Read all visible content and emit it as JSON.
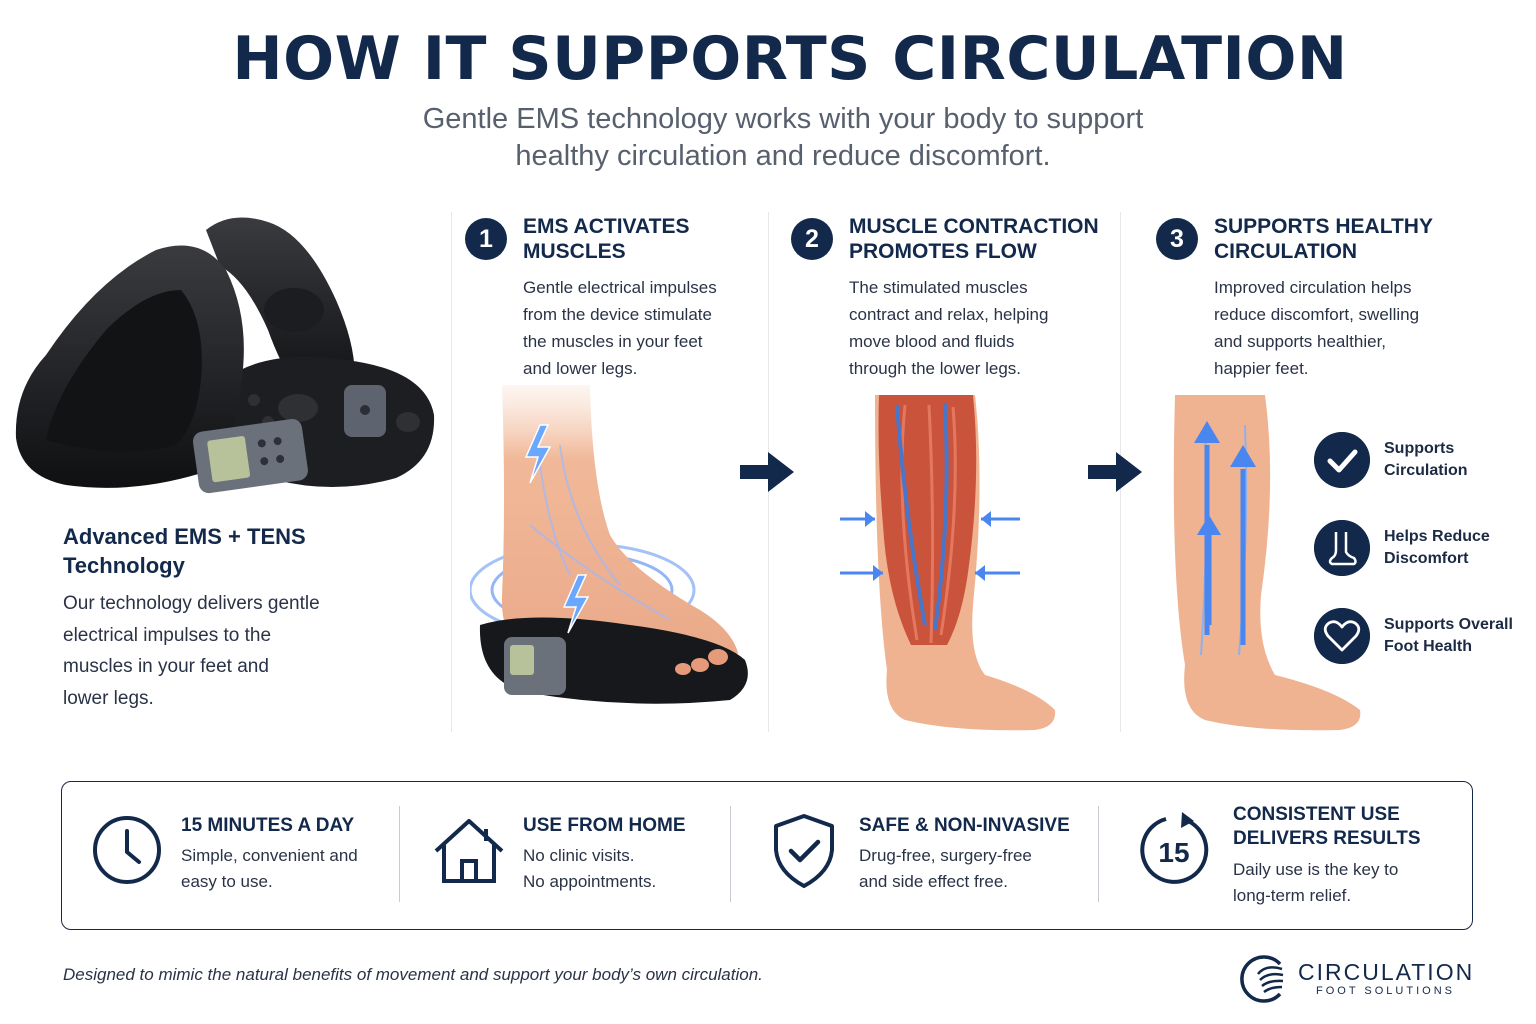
{
  "header": {
    "title": "HOW IT SUPPORTS CIRCULATION",
    "subtitle_line1": "Gentle EMS technology works with your body to support",
    "subtitle_line2": "healthy circulation and reduce discomfort."
  },
  "product": {
    "heading_line1": "Advanced EMS + TENS",
    "heading_line2": "Technology",
    "body": [
      "Our technology delivers gentle",
      "electrical impulses to the",
      "muscles in your feet and",
      "lower legs."
    ]
  },
  "steps": [
    {
      "number": "1",
      "heading": [
        "EMS ACTIVATES",
        "MUSCLES"
      ],
      "body": [
        "Gentle electrical impulses",
        "from the device stimulate",
        "the muscles in your feet",
        "and lower legs."
      ]
    },
    {
      "number": "2",
      "heading": [
        "MUSCLE CONTRACTION",
        "PROMOTES FLOW"
      ],
      "body": [
        "The stimulated muscles",
        "contract and relax, helping",
        "move blood and fluids",
        "through the lower legs."
      ]
    },
    {
      "number": "3",
      "heading": [
        "SUPPORTS HEALTHY",
        "CIRCULATION"
      ],
      "body": [
        "Improved circulation helps",
        "reduce discomfort, swelling",
        "and supports healthier,",
        "happier feet."
      ]
    }
  ],
  "benefits": [
    {
      "icon": "checkmark-icon",
      "label": [
        "Supports",
        "Circulation"
      ]
    },
    {
      "icon": "foot-icon",
      "label": [
        "Helps Reduce",
        "Discomfort"
      ]
    },
    {
      "icon": "heart-icon",
      "label": [
        "Supports Overall",
        "Foot Health"
      ]
    }
  ],
  "features": [
    {
      "icon": "clock-icon",
      "heading": [
        "15 MINUTES A DAY"
      ],
      "body": [
        "Simple, convenient and",
        "easy to use."
      ]
    },
    {
      "icon": "home-icon",
      "heading": [
        "USE FROM HOME"
      ],
      "body": [
        "No clinic visits.",
        "No appointments."
      ]
    },
    {
      "icon": "shield-check-icon",
      "heading": [
        "SAFE & NON-INVASIVE"
      ],
      "body": [
        "Drug-free, surgery-free",
        "and side effect free."
      ]
    },
    {
      "icon": "cycle-15-icon",
      "icon_text": "15",
      "heading": [
        "CONSISTENT USE",
        "DELIVERS RESULTS"
      ],
      "body": [
        "Daily use is the key to",
        "long-term relief."
      ]
    }
  ],
  "footer": {
    "note": "Designed to mimic the natural benefits of movement and support your body’s own circulation.",
    "brand_name": "CIRCULATION",
    "brand_sub": "FOOT SOLUTIONS"
  },
  "colors": {
    "navy": "#13294b",
    "skin": "#efb391",
    "muscle": "#c9543b",
    "electric_blue": "#4a86f0"
  }
}
